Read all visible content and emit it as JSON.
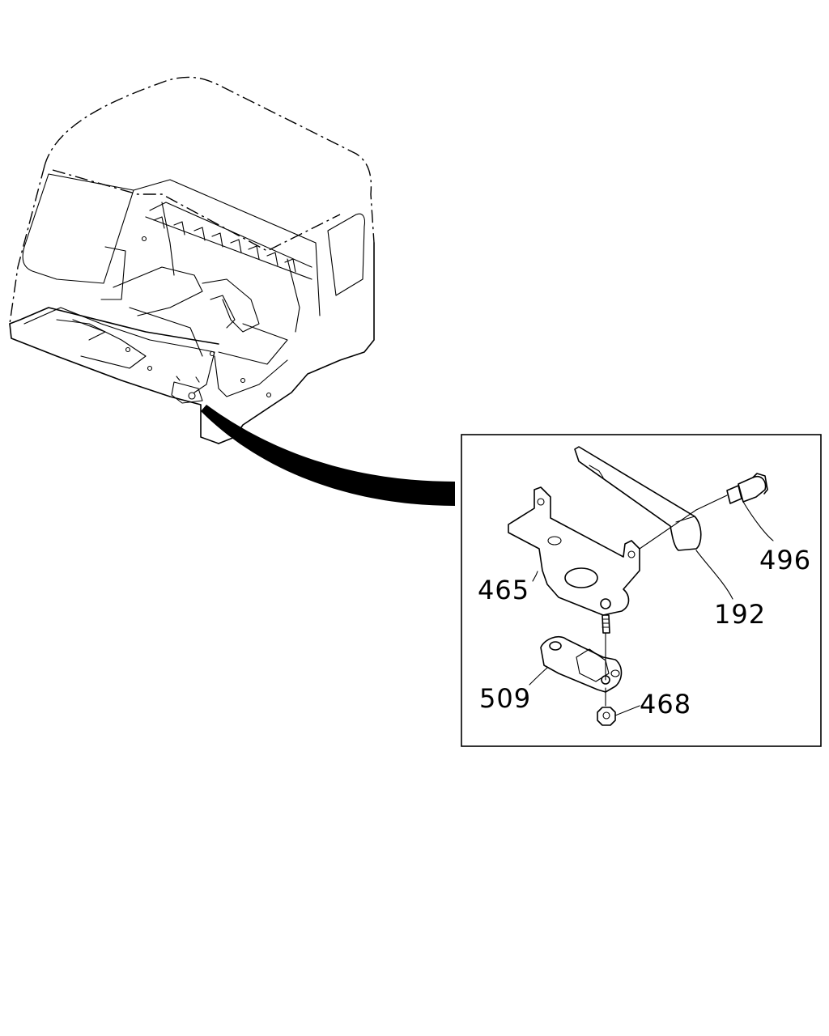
{
  "callouts": [
    {
      "id": "465",
      "text": "465"
    },
    {
      "id": "192",
      "text": "192"
    },
    {
      "id": "496",
      "text": "496"
    },
    {
      "id": "509",
      "text": "509"
    },
    {
      "id": "468",
      "text": "468"
    }
  ],
  "colors": {
    "line": "#000000",
    "background": "#ffffff"
  }
}
